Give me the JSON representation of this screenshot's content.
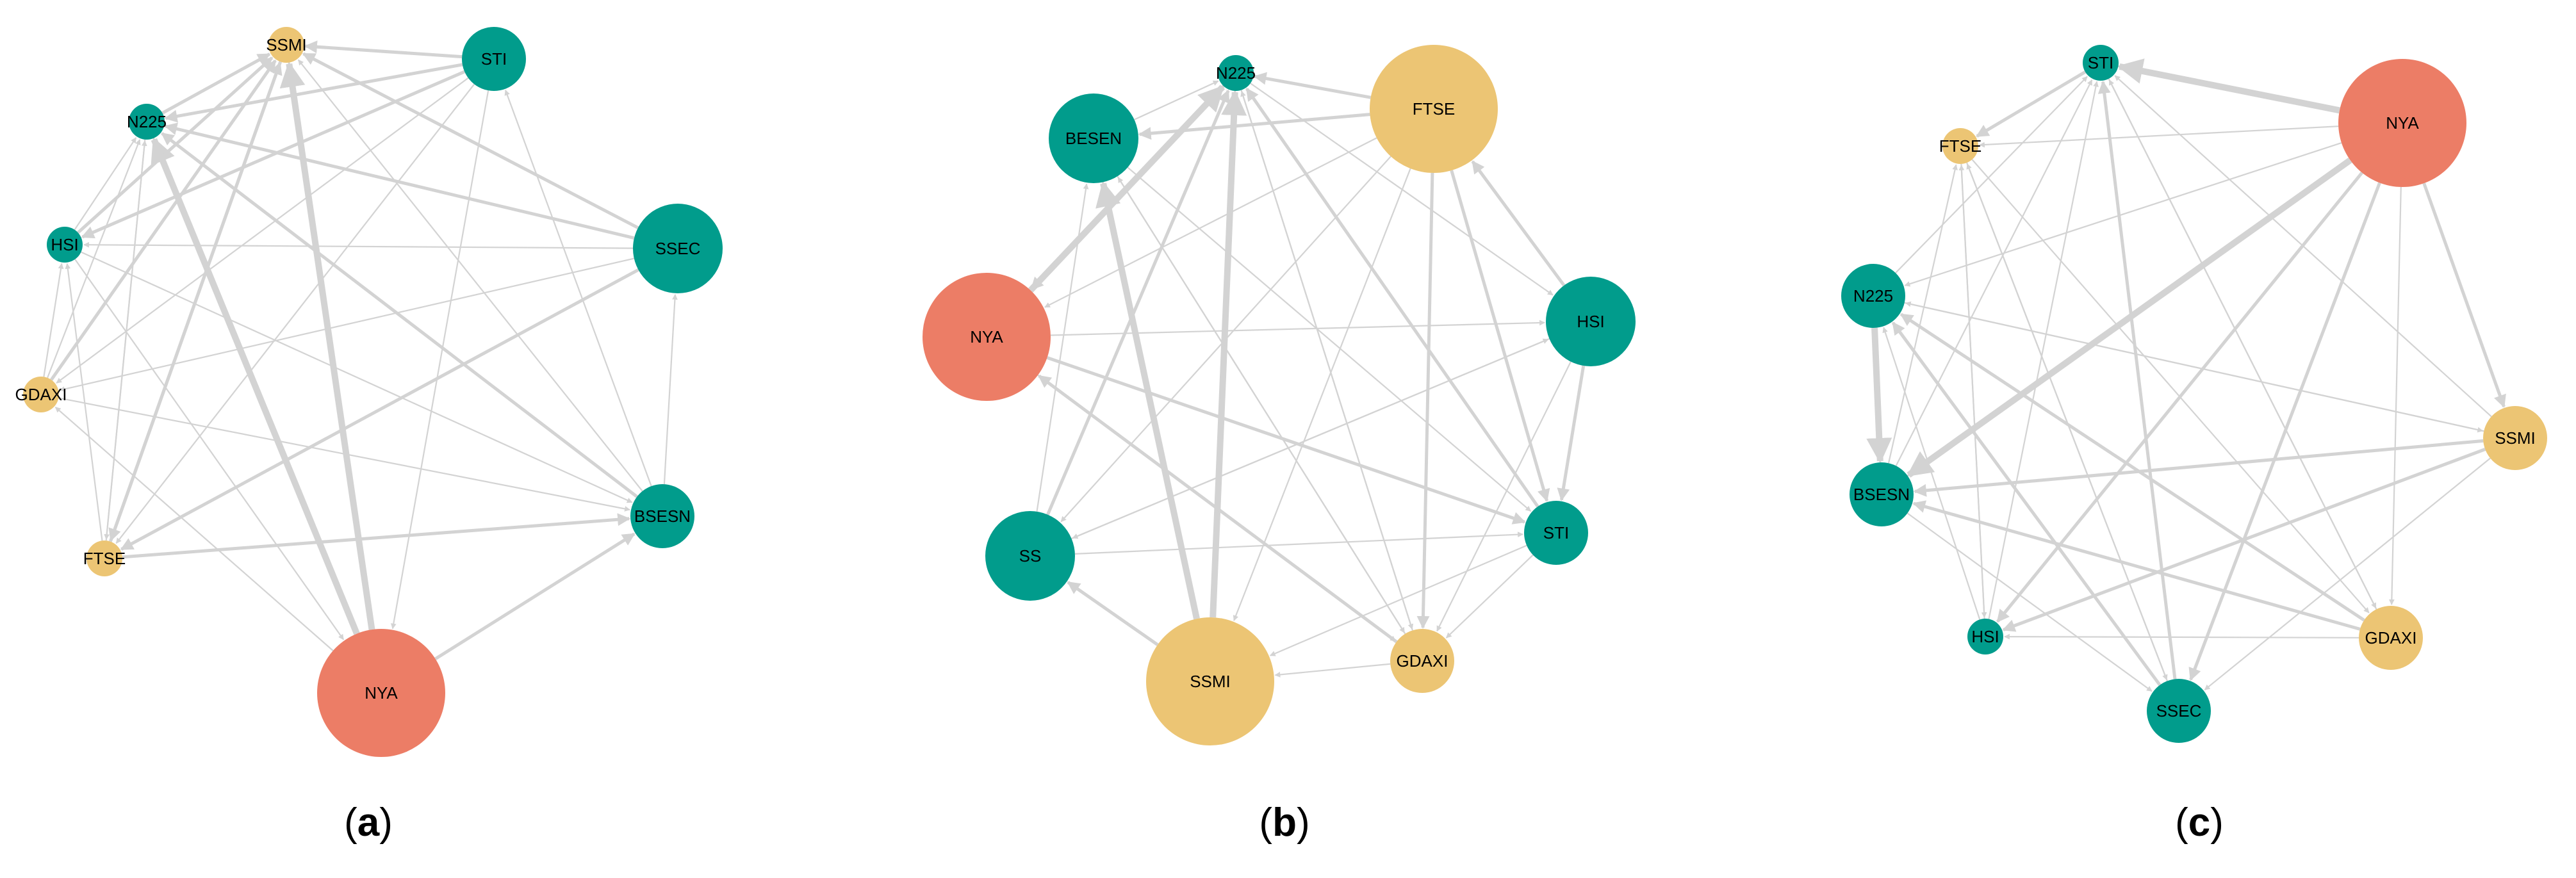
{
  "colors": {
    "edge": "#d3d3d3",
    "teal": "#019c8c",
    "yellow": "#ecc574",
    "salmon": "#ec7d66"
  },
  "panels": [
    {
      "id": "a",
      "caption": {
        "open": "(",
        "letter": "a",
        "close": ")"
      },
      "nodes": [
        {
          "id": "SSMI",
          "label": "SSMI",
          "color": "yellow",
          "size": "small"
        },
        {
          "id": "STI",
          "label": "STI",
          "color": "teal",
          "size": "medium"
        },
        {
          "id": "N225",
          "label": "N225",
          "color": "teal",
          "size": "small"
        },
        {
          "id": "HSI",
          "label": "HSI",
          "color": "teal",
          "size": "small"
        },
        {
          "id": "SSEC",
          "label": "SSEC",
          "color": "teal",
          "size": "large"
        },
        {
          "id": "GDAXI",
          "label": "GDAXI",
          "color": "yellow",
          "size": "small"
        },
        {
          "id": "BSESN",
          "label": "BSESN",
          "color": "teal",
          "size": "medium"
        },
        {
          "id": "FTSE",
          "label": "FTSE",
          "color": "yellow",
          "size": "small"
        },
        {
          "id": "NYA",
          "label": "NYA",
          "color": "salmon",
          "size": "xlarge"
        }
      ],
      "edges": [
        {
          "from": "NYA",
          "to": "N225",
          "weight": "heavy"
        },
        {
          "from": "NYA",
          "to": "SSMI",
          "weight": "heavy"
        },
        {
          "from": "NYA",
          "to": "BSESN",
          "weight": "medium"
        },
        {
          "from": "NYA",
          "to": "GDAXI",
          "weight": "thin"
        },
        {
          "from": "BSESN",
          "to": "N225",
          "weight": "medium"
        },
        {
          "from": "BSESN",
          "to": "SSMI",
          "weight": "thin"
        },
        {
          "from": "BSESN",
          "to": "STI",
          "weight": "thin"
        },
        {
          "from": "BSESN",
          "to": "SSEC",
          "weight": "thin"
        },
        {
          "from": "FTSE",
          "to": "BSESN",
          "weight": "medium"
        },
        {
          "from": "SSEC",
          "to": "FTSE",
          "weight": "medium"
        },
        {
          "from": "SSEC",
          "to": "N225",
          "weight": "medium"
        },
        {
          "from": "SSEC",
          "to": "SSMI",
          "weight": "medium"
        },
        {
          "from": "SSEC",
          "to": "HSI",
          "weight": "thin"
        },
        {
          "from": "SSEC",
          "to": "GDAXI",
          "weight": "thin"
        },
        {
          "from": "STI",
          "to": "SSMI",
          "weight": "medium"
        },
        {
          "from": "STI",
          "to": "N225",
          "weight": "medium"
        },
        {
          "from": "STI",
          "to": "HSI",
          "weight": "medium"
        },
        {
          "from": "STI",
          "to": "GDAXI",
          "weight": "thin"
        },
        {
          "from": "STI",
          "to": "FTSE",
          "weight": "thin"
        },
        {
          "from": "STI",
          "to": "NYA",
          "weight": "thin"
        },
        {
          "from": "N225",
          "to": "SSMI",
          "weight": "medium"
        },
        {
          "from": "HSI",
          "to": "SSMI",
          "weight": "medium"
        },
        {
          "from": "HSI",
          "to": "N225",
          "weight": "thin"
        },
        {
          "from": "GDAXI",
          "to": "SSMI",
          "weight": "medium"
        },
        {
          "from": "GDAXI",
          "to": "N225",
          "weight": "thin"
        },
        {
          "from": "GDAXI",
          "to": "HSI",
          "weight": "thin"
        },
        {
          "from": "GDAXI",
          "to": "BSESN",
          "weight": "thin"
        },
        {
          "from": "FTSE",
          "to": "SSMI",
          "weight": "medium"
        },
        {
          "from": "FTSE",
          "to": "N225",
          "weight": "thin"
        },
        {
          "from": "FTSE",
          "to": "HSI",
          "weight": "thin"
        },
        {
          "from": "SSMI",
          "to": "FTSE",
          "weight": "medium"
        },
        {
          "from": "N225",
          "to": "FTSE",
          "weight": "thin"
        },
        {
          "from": "HSI",
          "to": "NYA",
          "weight": "thin"
        },
        {
          "from": "HSI",
          "to": "BSESN",
          "weight": "thin"
        }
      ]
    },
    {
      "id": "b",
      "caption": {
        "open": "(",
        "letter": "b",
        "close": ")"
      },
      "nodes": [
        {
          "id": "N225",
          "label": "N225",
          "color": "teal",
          "size": "small"
        },
        {
          "id": "FTSE",
          "label": "FTSE",
          "color": "yellow",
          "size": "xlarge"
        },
        {
          "id": "BESEN",
          "label": "BESEN",
          "color": "teal",
          "size": "large"
        },
        {
          "id": "HSI",
          "label": "HSI",
          "color": "teal",
          "size": "large"
        },
        {
          "id": "NYA",
          "label": "NYA",
          "color": "salmon",
          "size": "xlarge"
        },
        {
          "id": "STI",
          "label": "STI",
          "color": "teal",
          "size": "medium"
        },
        {
          "id": "SS",
          "label": "SS",
          "color": "teal",
          "size": "large"
        },
        {
          "id": "GDAXI",
          "label": "GDAXI",
          "color": "yellow",
          "size": "medium"
        },
        {
          "id": "SSMI",
          "label": "SSMI",
          "color": "yellow",
          "size": "xlarge"
        }
      ],
      "edges": [
        {
          "from": "FTSE",
          "to": "N225",
          "weight": "medium"
        },
        {
          "from": "FTSE",
          "to": "BESEN",
          "weight": "medium"
        },
        {
          "from": "FTSE",
          "to": "NYA",
          "weight": "thin"
        },
        {
          "from": "FTSE",
          "to": "SS",
          "weight": "thin"
        },
        {
          "from": "FTSE",
          "to": "STI",
          "weight": "medium"
        },
        {
          "from": "FTSE",
          "to": "GDAXI",
          "weight": "medium"
        },
        {
          "from": "FTSE",
          "to": "SSMI",
          "weight": "thin"
        },
        {
          "from": "NYA",
          "to": "N225",
          "weight": "heavy"
        },
        {
          "from": "N225",
          "to": "NYA",
          "weight": "medium"
        },
        {
          "from": "NYA",
          "to": "HSI",
          "weight": "thin"
        },
        {
          "from": "NYA",
          "to": "STI",
          "weight": "medium"
        },
        {
          "from": "NYA",
          "to": "GDAXI",
          "weight": "thin"
        },
        {
          "from": "SSMI",
          "to": "N225",
          "weight": "heavy"
        },
        {
          "from": "SSMI",
          "to": "BESEN",
          "weight": "heavy"
        },
        {
          "from": "SSMI",
          "to": "SS",
          "weight": "medium"
        },
        {
          "from": "GDAXI",
          "to": "SSMI",
          "weight": "thin"
        },
        {
          "from": "GDAXI",
          "to": "NYA",
          "weight": "medium"
        },
        {
          "from": "GDAXI",
          "to": "N225",
          "weight": "thin"
        },
        {
          "from": "GDAXI",
          "to": "BESEN",
          "weight": "thin"
        },
        {
          "from": "HSI",
          "to": "FTSE",
          "weight": "medium"
        },
        {
          "from": "HSI",
          "to": "STI",
          "weight": "medium"
        },
        {
          "from": "HSI",
          "to": "SS",
          "weight": "thin"
        },
        {
          "from": "HSI",
          "to": "GDAXI",
          "weight": "thin"
        },
        {
          "from": "STI",
          "to": "N225",
          "weight": "medium"
        },
        {
          "from": "STI",
          "to": "GDAXI",
          "weight": "thin"
        },
        {
          "from": "STI",
          "to": "SSMI",
          "weight": "thin"
        },
        {
          "from": "SS",
          "to": "N225",
          "weight": "medium"
        },
        {
          "from": "SS",
          "to": "BESEN",
          "weight": "thin"
        },
        {
          "from": "SS",
          "to": "STI",
          "weight": "thin"
        },
        {
          "from": "SS",
          "to": "HSI",
          "weight": "thin"
        },
        {
          "from": "BESEN",
          "to": "N225",
          "weight": "thin"
        },
        {
          "from": "BESEN",
          "to": "STI",
          "weight": "thin"
        },
        {
          "from": "BESEN",
          "to": "GDAXI",
          "weight": "thin"
        },
        {
          "from": "N225",
          "to": "HSI",
          "weight": "thin"
        },
        {
          "from": "N225",
          "to": "GDAXI",
          "weight": "thin"
        }
      ]
    },
    {
      "id": "c",
      "caption": {
        "open": "(",
        "letter": "c",
        "close": ")"
      },
      "nodes": [
        {
          "id": "STI",
          "label": "STI",
          "color": "teal",
          "size": "small"
        },
        {
          "id": "NYA",
          "label": "NYA",
          "color": "salmon",
          "size": "xlarge"
        },
        {
          "id": "FTSE",
          "label": "FTSE",
          "color": "yellow",
          "size": "small"
        },
        {
          "id": "N225",
          "label": "N225",
          "color": "teal",
          "size": "medium"
        },
        {
          "id": "SSMI",
          "label": "SSMI",
          "color": "yellow",
          "size": "medium"
        },
        {
          "id": "BSESN",
          "label": "BSESN",
          "color": "teal",
          "size": "medium"
        },
        {
          "id": "HSI",
          "label": "HSI",
          "color": "teal",
          "size": "small"
        },
        {
          "id": "GDAXI",
          "label": "GDAXI",
          "color": "yellow",
          "size": "medium"
        },
        {
          "id": "SSEC",
          "label": "SSEC",
          "color": "teal",
          "size": "medium"
        }
      ],
      "edges": [
        {
          "from": "NYA",
          "to": "STI",
          "weight": "heavy"
        },
        {
          "from": "NYA",
          "to": "BSESN",
          "weight": "heavy"
        },
        {
          "from": "NYA",
          "to": "HSI",
          "weight": "medium"
        },
        {
          "from": "NYA",
          "to": "SSEC",
          "weight": "medium"
        },
        {
          "from": "NYA",
          "to": "SSMI",
          "weight": "medium"
        },
        {
          "from": "NYA",
          "to": "FTSE",
          "weight": "thin"
        },
        {
          "from": "NYA",
          "to": "N225",
          "weight": "thin"
        },
        {
          "from": "NYA",
          "to": "GDAXI",
          "weight": "thin"
        },
        {
          "from": "STI",
          "to": "FTSE",
          "weight": "medium"
        },
        {
          "from": "N225",
          "to": "BSESN",
          "weight": "heavy"
        },
        {
          "from": "SSEC",
          "to": "STI",
          "weight": "medium"
        },
        {
          "from": "SSEC",
          "to": "N225",
          "weight": "medium"
        },
        {
          "from": "SSEC",
          "to": "FTSE",
          "weight": "thin"
        },
        {
          "from": "GDAXI",
          "to": "N225",
          "weight": "medium"
        },
        {
          "from": "GDAXI",
          "to": "BSESN",
          "weight": "medium"
        },
        {
          "from": "GDAXI",
          "to": "HSI",
          "weight": "thin"
        },
        {
          "from": "GDAXI",
          "to": "STI",
          "weight": "thin"
        },
        {
          "from": "SSMI",
          "to": "HSI",
          "weight": "medium"
        },
        {
          "from": "SSMI",
          "to": "BSESN",
          "weight": "medium"
        },
        {
          "from": "SSMI",
          "to": "N225",
          "weight": "thin"
        },
        {
          "from": "SSMI",
          "to": "STI",
          "weight": "thin"
        },
        {
          "from": "SSMI",
          "to": "SSEC",
          "weight": "thin"
        },
        {
          "from": "HSI",
          "to": "STI",
          "weight": "thin"
        },
        {
          "from": "HSI",
          "to": "FTSE",
          "weight": "thin"
        },
        {
          "from": "HSI",
          "to": "N225",
          "weight": "thin"
        },
        {
          "from": "BSESN",
          "to": "STI",
          "weight": "thin"
        },
        {
          "from": "BSESN",
          "to": "FTSE",
          "weight": "thin"
        },
        {
          "from": "BSESN",
          "to": "SSEC",
          "weight": "thin"
        },
        {
          "from": "FTSE",
          "to": "SSEC",
          "weight": "thin"
        },
        {
          "from": "FTSE",
          "to": "GDAXI",
          "weight": "thin"
        },
        {
          "from": "N225",
          "to": "STI",
          "weight": "thin"
        },
        {
          "from": "N225",
          "to": "SSMI",
          "weight": "thin"
        },
        {
          "from": "FTSE",
          "to": "HSI",
          "weight": "thin"
        },
        {
          "from": "STI",
          "to": "GDAXI",
          "weight": "thin"
        }
      ]
    }
  ]
}
